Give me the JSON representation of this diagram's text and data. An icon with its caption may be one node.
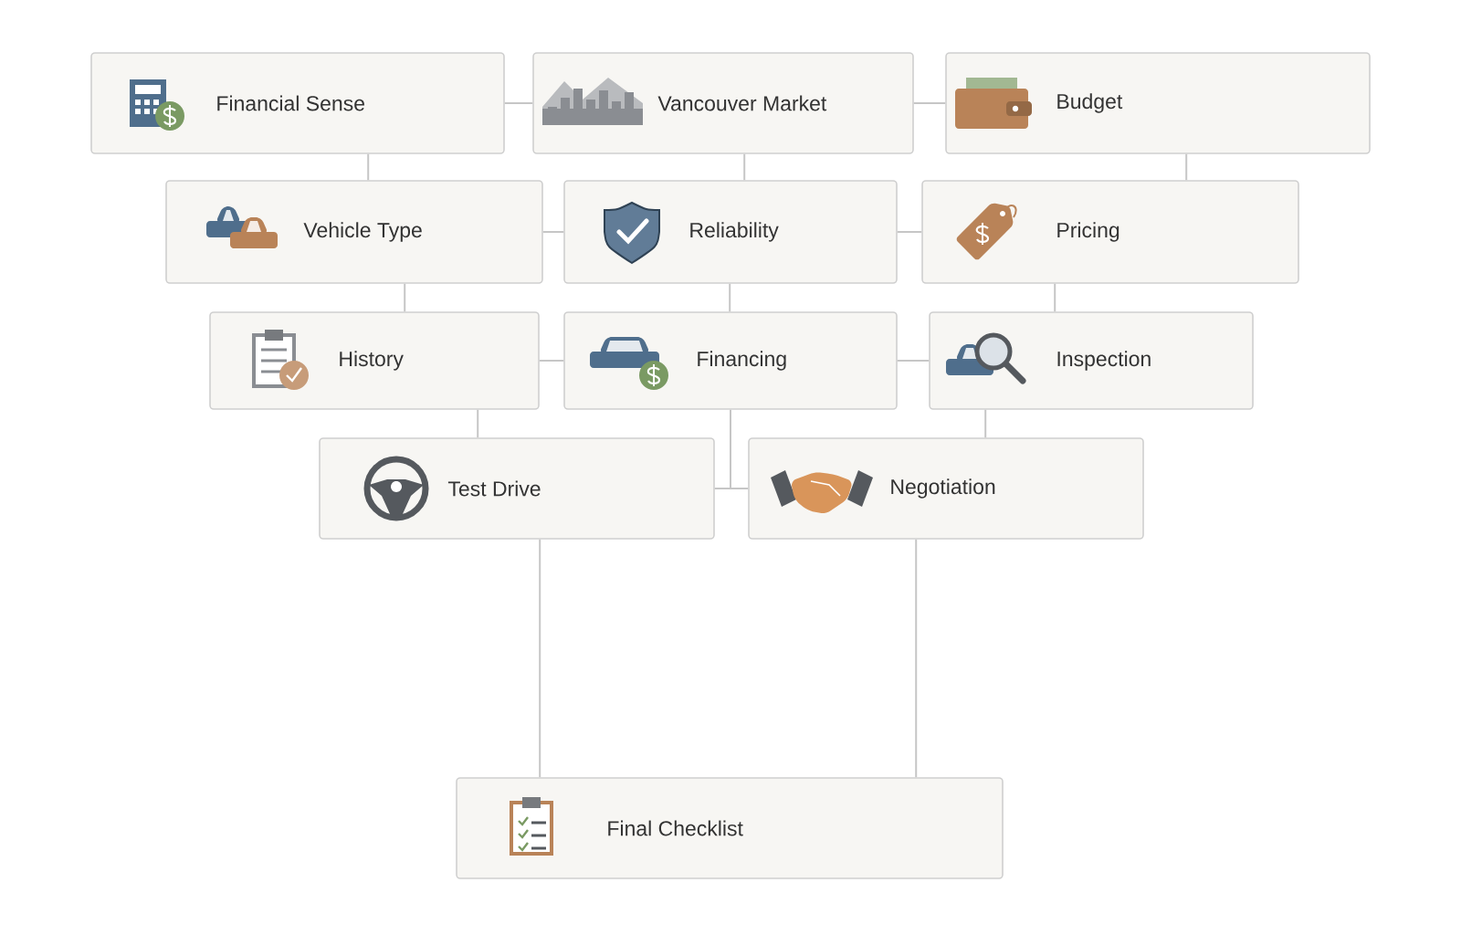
{
  "diagram": {
    "nodes": [
      {
        "text": [
          "Financial Sense"
        ]
      },
      {
        "text": [
          "Vancouver Market"
        ]
      },
      {
        "text": [
          "Budget"
        ]
      },
      {
        "text": [
          "Vehicle Type"
        ]
      },
      {
        "text": [
          "Reliability"
        ]
      },
      {
        "text": [
          "Pricing"
        ]
      },
      {
        "text": [
          "History"
        ]
      },
      {
        "text": [
          "Financing"
        ]
      },
      {
        "text": [
          "Inspection"
        ]
      },
      {
        "text": [
          "Test Drive"
        ]
      },
      {
        "text": [
          "Negotiation"
        ]
      },
      {
        "text": [
          "Final Checklist"
        ]
      }
    ],
    "edges": [
      {
        "from": 0,
        "to": 1,
        "arrow": "none"
      },
      {
        "from": 1,
        "to": 2,
        "arrow": "none"
      },
      {
        "from": 0,
        "to": 3,
        "arrow": "none"
      },
      {
        "from": 1,
        "to": 4,
        "arrow": "none"
      },
      {
        "from": 2,
        "to": 5,
        "arrow": "none"
      },
      {
        "from": 3,
        "to": 4,
        "arrow": "none"
      },
      {
        "from": 4,
        "to": 5,
        "arrow": "none"
      },
      {
        "from": 3,
        "to": 6,
        "arrow": "none"
      },
      {
        "from": 4,
        "to": 7,
        "arrow": "none"
      },
      {
        "from": 5,
        "to": 8,
        "arrow": "none"
      },
      {
        "from": 6,
        "to": 7,
        "arrow": "none"
      },
      {
        "from": 7,
        "to": 8,
        "arrow": "none"
      },
      {
        "from": 6,
        "to": 9,
        "arrow": "none"
      },
      {
        "from": 7,
        "to": 9,
        "arrow": "none"
      },
      {
        "from": 7,
        "to": 10,
        "arrow": "none"
      },
      {
        "from": 8,
        "to": 10,
        "arrow": "none"
      },
      {
        "from": 9,
        "to": 11,
        "arrow": "none"
      },
      {
        "from": 10,
        "to": 11,
        "arrow": "none"
      }
    ]
  }
}
